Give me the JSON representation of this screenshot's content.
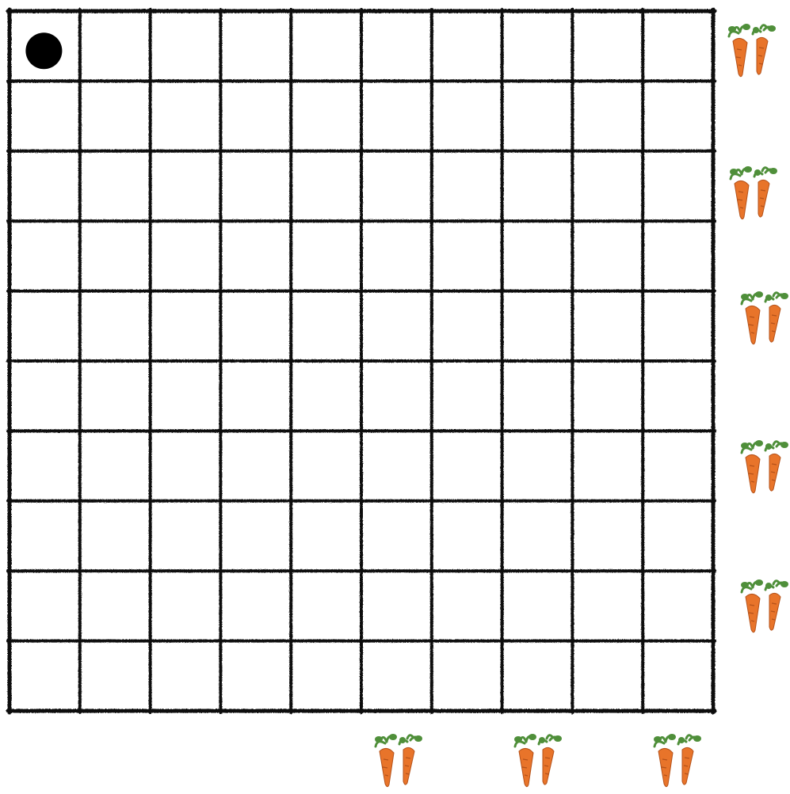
{
  "board": {
    "rows": 10,
    "columns": 10,
    "line_color": "#111111",
    "background_color": "#ffffff"
  },
  "piece": {
    "kind": "token",
    "color": "#000000",
    "row": 1,
    "column": 1
  },
  "carrots": {
    "icon": "carrot-pair-icon",
    "count": 8,
    "orange": "#e8742a",
    "green": "#4f8f3a",
    "right_side_rows": [
      1,
      3,
      5,
      7,
      9
    ],
    "bottom_columns": [
      6,
      8,
      10
    ]
  }
}
